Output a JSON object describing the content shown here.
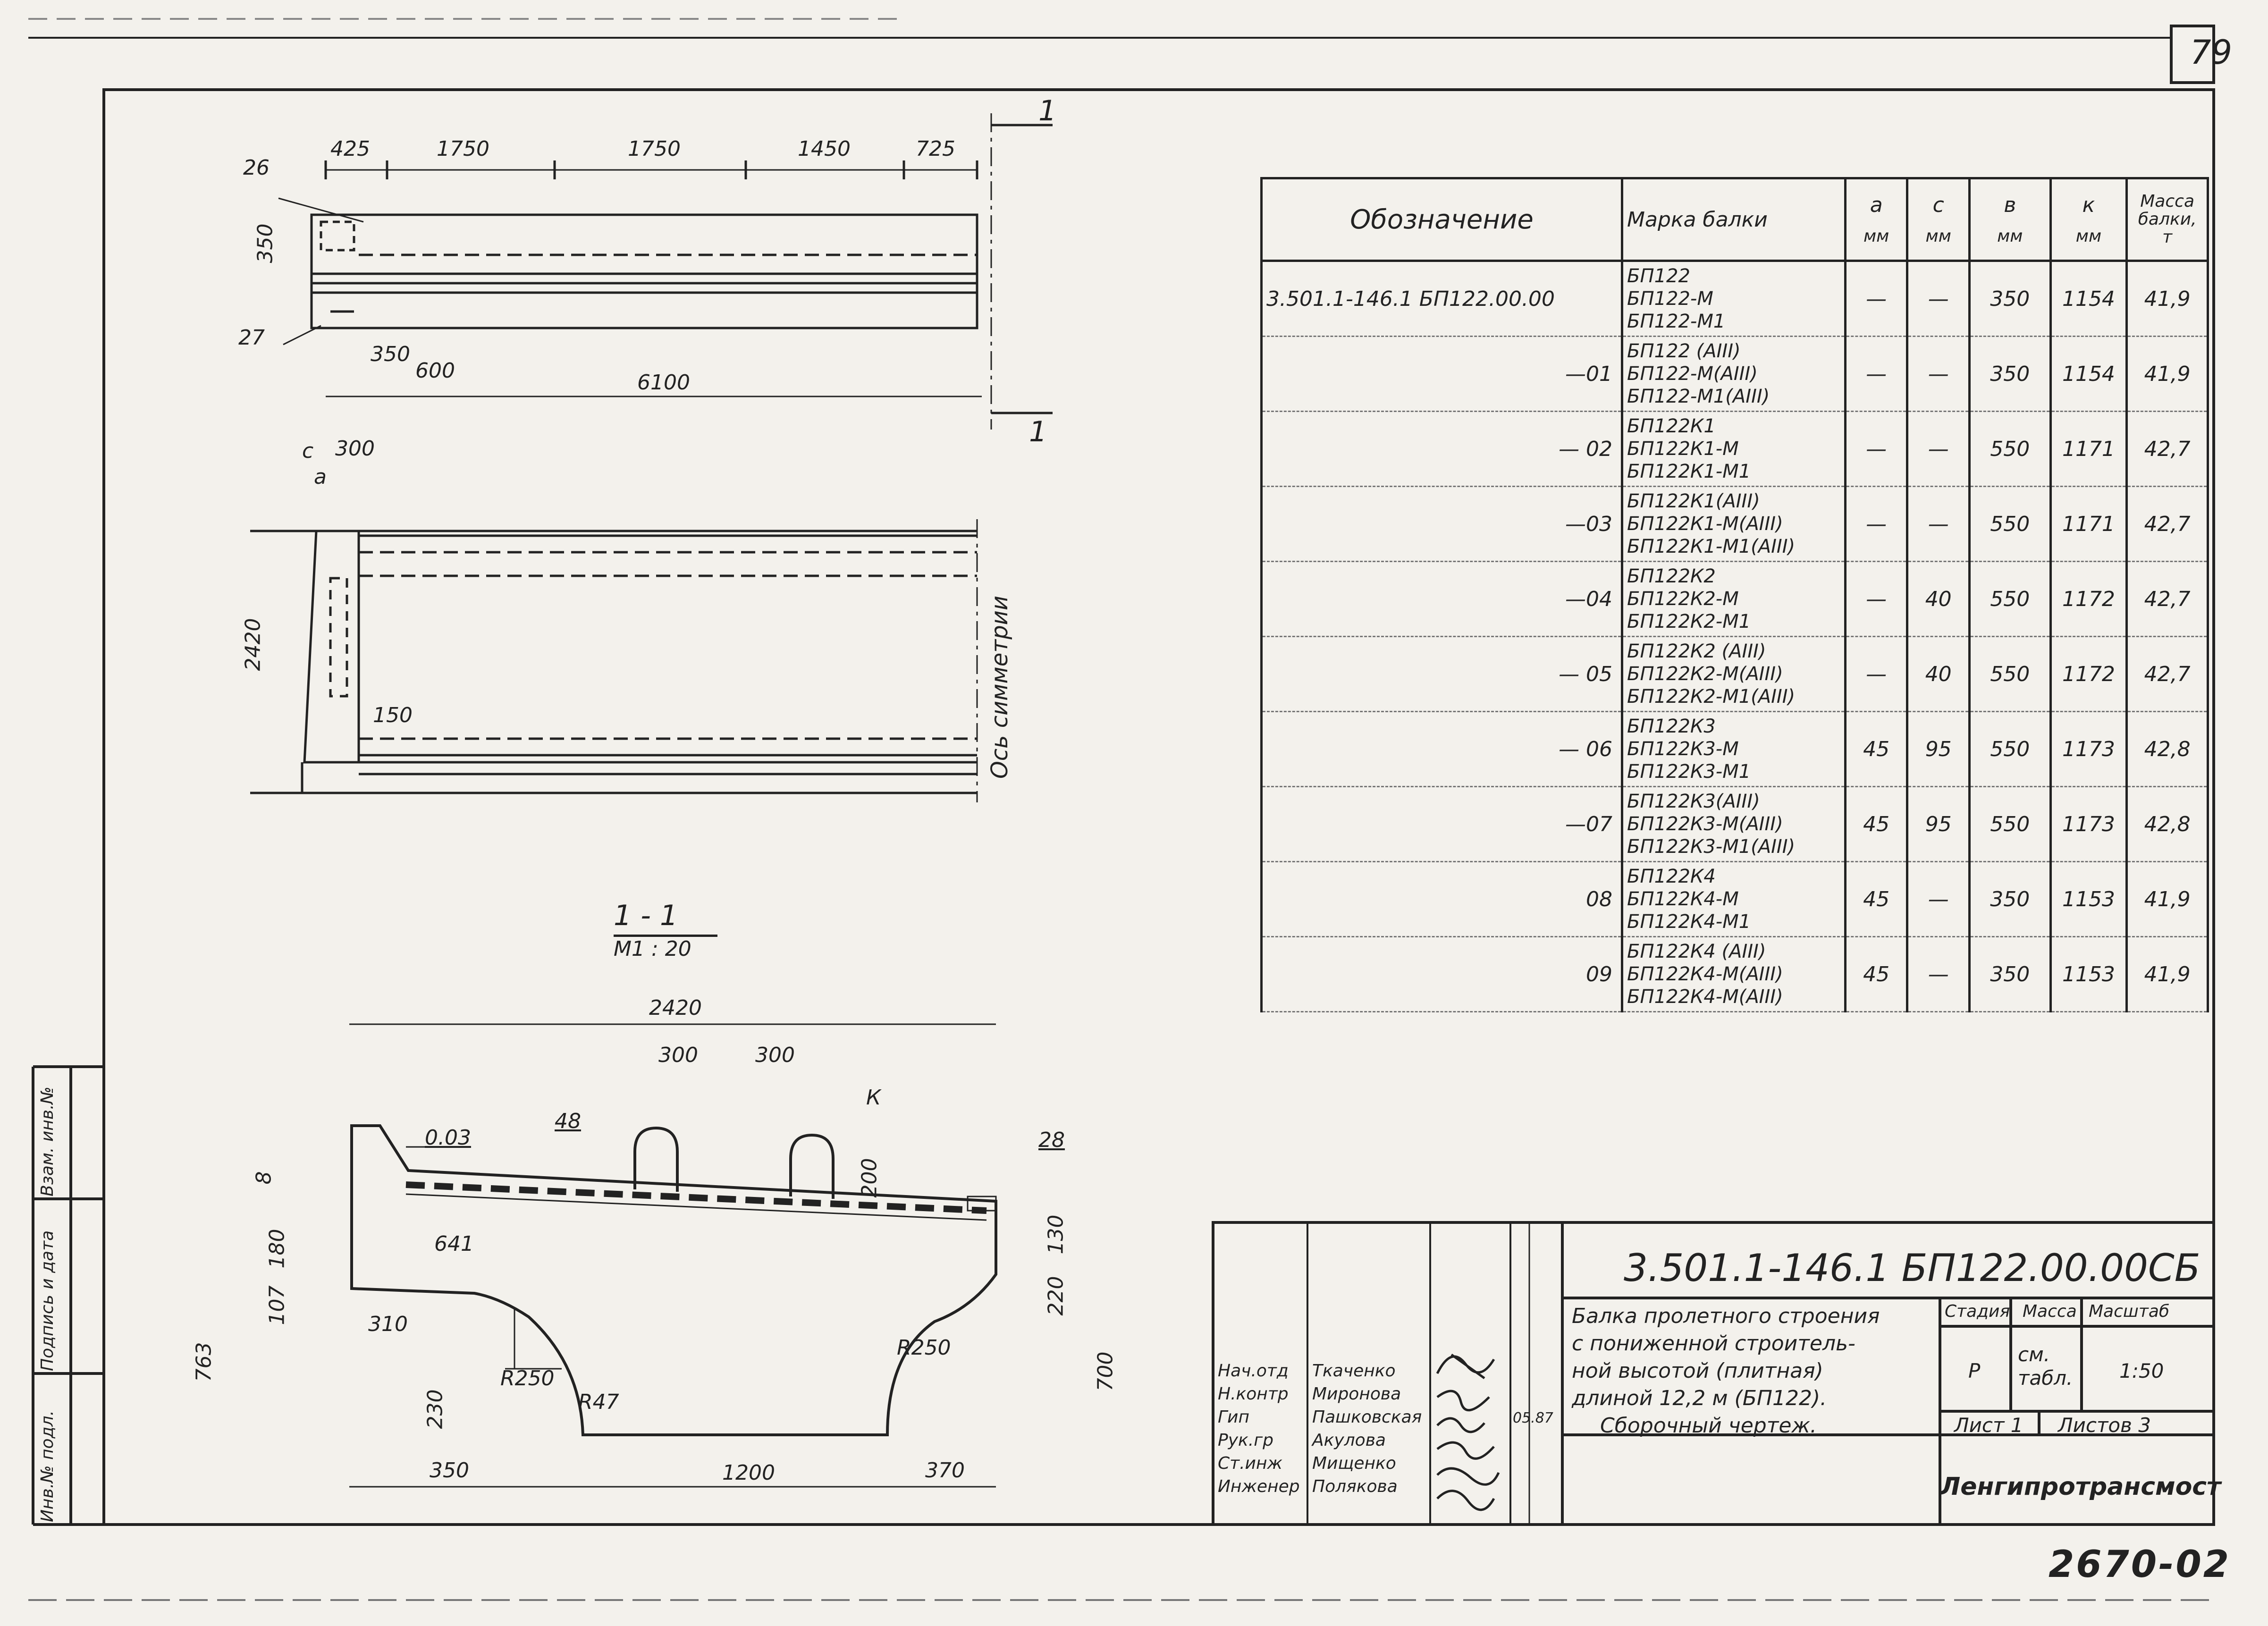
{
  "sheet_number": "79",
  "bottom_code": "2670-02",
  "elevation": {
    "top_dims": [
      "425",
      "1750",
      "1750",
      "1450",
      "725"
    ],
    "left_dim": "350",
    "callouts": [
      "26",
      "27"
    ],
    "bottom_dims": [
      "350",
      "600",
      "6100"
    ],
    "section_mark": "1"
  },
  "plan": {
    "dims_top": [
      "c",
      "300",
      "a"
    ],
    "dim_height": "2420",
    "dim_inner": "150",
    "axis_label": "Ось симметрии"
  },
  "section": {
    "title": "1 - 1",
    "scale": "М1 : 20",
    "top_dims": [
      "2420",
      "300",
      "300"
    ],
    "label_k": "К",
    "callouts": [
      "48",
      "28"
    ],
    "slope": "0.03",
    "dims": [
      "8",
      "107",
      "180",
      "641",
      "200",
      "220",
      "130",
      "310",
      "230",
      "R250",
      "R250",
      "R47",
      "763",
      "700",
      "350",
      "1200",
      "370"
    ]
  },
  "table": {
    "headers": {
      "designation": "Обозначение",
      "mark": "Марка балки",
      "a": "а",
      "c": "с",
      "b": "в",
      "k": "к",
      "unit": "мм",
      "mass": "Масса балки,",
      "mass_unit": "т"
    },
    "rows": [
      {
        "des": "3.501.1-146.1 БП122.00.00",
        "marks": [
          "БП122",
          "БП122-М",
          "БП122-М1"
        ],
        "a": "—",
        "c": "—",
        "b": "350",
        "k": "1154",
        "mass": "41,9"
      },
      {
        "des": "—01",
        "marks": [
          "БП122 (АIII)",
          "БП122-М(АIII)",
          "БП122-М1(АIII)"
        ],
        "a": "—",
        "c": "—",
        "b": "350",
        "k": "1154",
        "mass": "41,9"
      },
      {
        "des": "— 02",
        "marks": [
          "БП122К1",
          "БП122К1-М",
          "БП122К1-М1"
        ],
        "a": "—",
        "c": "—",
        "b": "550",
        "k": "1171",
        "mass": "42,7"
      },
      {
        "des": "—03",
        "marks": [
          "БП122К1(АIII)",
          "БП122К1-М(АIII)",
          "БП122К1-М1(АIII)"
        ],
        "a": "—",
        "c": "—",
        "b": "550",
        "k": "1171",
        "mass": "42,7"
      },
      {
        "des": "—04",
        "marks": [
          "БП122К2",
          "БП122К2-М",
          "БП122К2-М1"
        ],
        "a": "—",
        "c": "40",
        "b": "550",
        "k": "1172",
        "mass": "42,7"
      },
      {
        "des": "— 05",
        "marks": [
          "БП122К2 (АIII)",
          "БП122К2-М(АIII)",
          "БП122К2-М1(АIII)"
        ],
        "a": "—",
        "c": "40",
        "b": "550",
        "k": "1172",
        "mass": "42,7"
      },
      {
        "des": "— 06",
        "marks": [
          "БП122К3",
          "БП122К3-М",
          "БП122К3-М1"
        ],
        "a": "45",
        "c": "95",
        "b": "550",
        "k": "1173",
        "mass": "42,8"
      },
      {
        "des": "—07",
        "marks": [
          "БП122К3(АIII)",
          "БП122К3-М(АIII)",
          "БП122К3-М1(АIII)"
        ],
        "a": "45",
        "c": "95",
        "b": "550",
        "k": "1173",
        "mass": "42,8"
      },
      {
        "des": "08",
        "marks": [
          "БП122К4",
          "БП122К4-М",
          "БП122К4-М1"
        ],
        "a": "45",
        "c": "—",
        "b": "350",
        "k": "1153",
        "mass": "41,9"
      },
      {
        "des": "09",
        "marks": [
          "БП122К4 (АIII)",
          "БП122К4-М(АIII)",
          "БП122К4-М(АIII)"
        ],
        "a": "45",
        "c": "—",
        "b": "350",
        "k": "1153",
        "mass": "41,9"
      }
    ]
  },
  "title_block": {
    "code": "3.501.1-146.1   БП122.00.00СБ",
    "description": [
      "Балка пролетного строения",
      "с пониженной строитель-",
      "ной высотой (плитная)",
      "длиной 12,2 м (БП122).",
      "Сборочный чертеж."
    ],
    "stage_label": "Стадия",
    "mass_label": "Масса",
    "scale_label": "Масштаб",
    "stage": "Р",
    "mass": "см. табл.",
    "scale": "1:50",
    "sheet": "Лист 1",
    "sheets": "Листов 3",
    "organization": "Ленгипротрансмост",
    "roles": [
      "Нач.отд",
      "Н.контр",
      "Гип",
      "Рук.гр",
      "Ст.инж",
      "Инженер"
    ],
    "names": [
      "Ткаченко",
      "Миронова",
      "Пашковская",
      "Акулова",
      "Мищенко",
      "Полякова"
    ],
    "date": "05.87"
  },
  "side_labels": [
    "Инв.№ подл.",
    "Подпись и дата",
    "Взам. инв.№"
  ]
}
